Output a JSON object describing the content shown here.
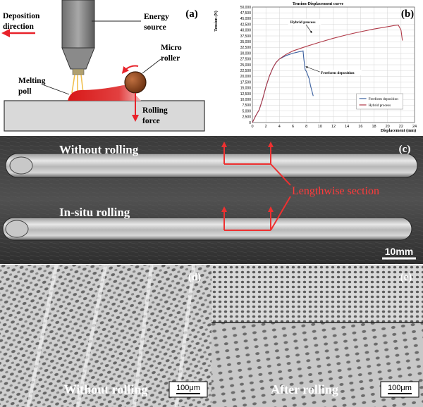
{
  "panel_a": {
    "label": "(a)",
    "deposition_direction": [
      "Deposition",
      "direction"
    ],
    "energy_source": [
      "Energy",
      "source"
    ],
    "micro_roller": [
      "Micro",
      "roller"
    ],
    "melting_poll": [
      "Melting",
      "poll"
    ],
    "rolling_force": [
      "Rolling",
      "force"
    ]
  },
  "panel_c": {
    "label": "(c)",
    "without_rolling": "Without rolling",
    "in_situ_rolling": "In-situ rolling",
    "lengthwise_section": "Lengthwise section",
    "scale": "10mm"
  },
  "panel_d": {
    "label": "(d)",
    "caption": "Without rolling",
    "scale": "100μm"
  },
  "panel_e": {
    "label": "(e)",
    "caption": "After rolling",
    "scale": "100μm"
  },
  "colors": {
    "red": "#e8222a",
    "chart_blue": "#3a5f9e",
    "chart_red": "#b03a48"
  },
  "chart_data": {
    "type": "line",
    "label": "(b)",
    "title": "Tension-Displacement curve",
    "xlabel": "Displacement (mm)",
    "ylabel": "Tension (N)",
    "xlim": [
      0,
      24
    ],
    "ylim": [
      0,
      50000
    ],
    "xticks": [
      0,
      2,
      4,
      6,
      8,
      10,
      12,
      14,
      16,
      18,
      20,
      22,
      24
    ],
    "yticks": [
      0,
      2500,
      5000,
      7500,
      10000,
      12500,
      15000,
      17500,
      20000,
      22500,
      25000,
      27500,
      30000,
      32500,
      35000,
      37500,
      40000,
      42500,
      45000,
      47500,
      50000
    ],
    "ytick_labels": [
      "0",
      "2,500",
      "5,000",
      "7,500",
      "10,000",
      "12,500",
      "15,000",
      "17,500",
      "20,000",
      "22,500",
      "25,000",
      "27,500",
      "30,000",
      "32,500",
      "35,000",
      "37,500",
      "40,000",
      "42,500",
      "45,000",
      "47,500",
      "50,000"
    ],
    "grid": true,
    "legend": "bottom-right",
    "series": [
      {
        "name": "Freeform deposition",
        "color": "#3a5f9e",
        "x": [
          0,
          0.5,
          1,
          1.5,
          2,
          2.5,
          3,
          3.5,
          4,
          5,
          6,
          7,
          7.5,
          7.6,
          7.8,
          8,
          8.2,
          8.4,
          8.6,
          9
        ],
        "y": [
          0,
          3000,
          5500,
          10000,
          15500,
          20000,
          23500,
          26000,
          27500,
          29000,
          30000,
          30700,
          31000,
          28000,
          23000,
          22000,
          20500,
          19000,
          16000,
          11500
        ]
      },
      {
        "name": "Hybrid process",
        "color": "#b03a48",
        "x": [
          0,
          0.5,
          1,
          1.5,
          2,
          2.5,
          3,
          3.5,
          4,
          5,
          6,
          8,
          10,
          12,
          14,
          16,
          18,
          20,
          21,
          21.6,
          22,
          22.2
        ],
        "y": [
          0,
          3000,
          5500,
          10000,
          15500,
          20000,
          23500,
          26000,
          27500,
          29500,
          31000,
          33000,
          34800,
          36500,
          38000,
          39300,
          40500,
          41500,
          42000,
          42200,
          40000,
          35500
        ]
      }
    ],
    "annotations": [
      {
        "text": "Hybrid process",
        "x": 5.5,
        "y": 43000,
        "arrow_to": [
          8.8,
          38800
        ]
      },
      {
        "text": "Freeform deposition",
        "x": 10,
        "y": 21000,
        "arrow_to": [
          7.9,
          24200
        ]
      }
    ]
  }
}
